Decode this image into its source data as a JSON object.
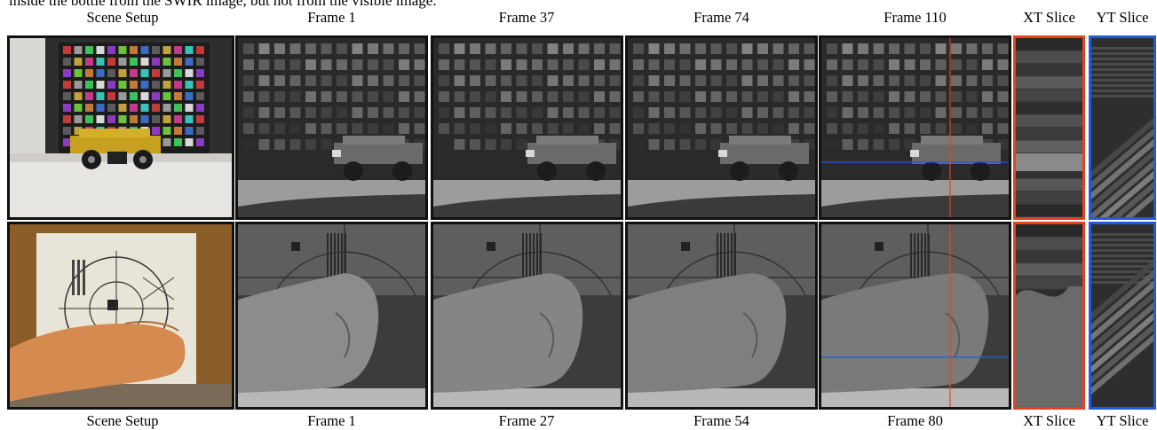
{
  "caption_fragment": "inside the bottle from the SWIR image, but not from the visible image.",
  "top_labels": [
    "Scene Setup",
    "Frame 1",
    "Frame 37",
    "Frame 74",
    "Frame 110",
    "XT Slice",
    "YT Slice"
  ],
  "bottom_labels": [
    "Scene Setup",
    "Frame 1",
    "Frame 27",
    "Frame 54",
    "Frame 80",
    "XT Slice",
    "YT Slice"
  ],
  "colors": {
    "xt_border": "#e8401c",
    "yt_border": "#1f5be0",
    "panel_border": "#111111"
  }
}
